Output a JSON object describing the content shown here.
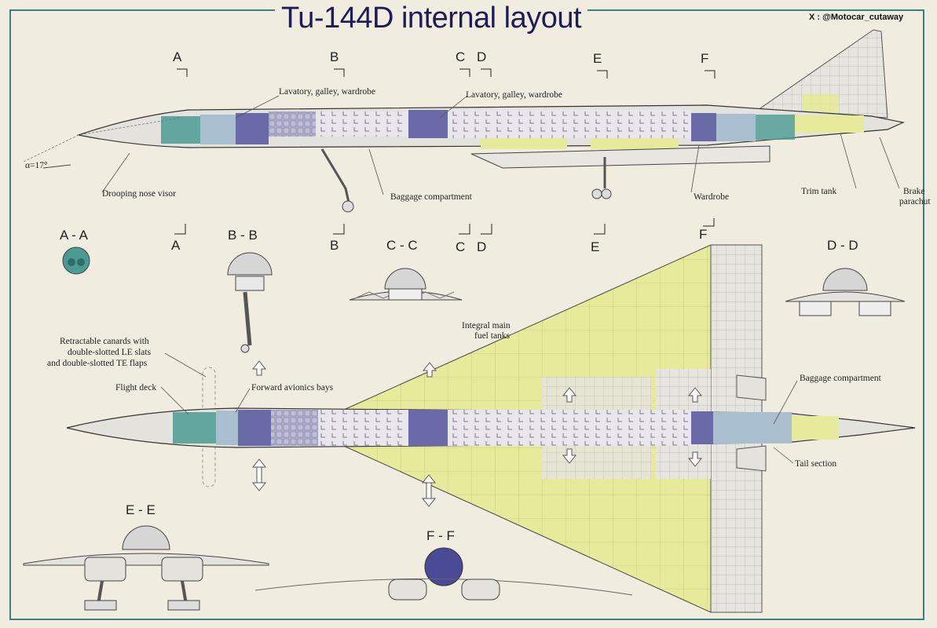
{
  "title": "Tu-144D internal layout",
  "credit": "X : @Motocar_cutaway",
  "section_markers_top": [
    "A",
    "B",
    "C",
    "D",
    "E",
    "F"
  ],
  "section_markers_mid": [
    "A",
    "B",
    "C",
    "D",
    "E",
    "F"
  ],
  "section_titles": {
    "aa": "A - A",
    "bb": "B - B",
    "cc": "C - C",
    "dd": "D - D",
    "ee": "E - E",
    "ff": "F - F"
  },
  "labels": {
    "lavatory_1": "Lavatory, galley, wardrobe",
    "lavatory_2": "Lavatory, galley, wardrobe",
    "angle": "α=17°",
    "nose_visor": "Drooping nose visor",
    "baggage_top": "Baggage compartment",
    "wardrobe": "Wardrobe",
    "trim_tank": "Trim tank",
    "brake_1": "Brake",
    "brake_2": "parachut",
    "fuel_1": "Integral main",
    "fuel_2": "fuel tanks",
    "canards_1": "Retractable canards with",
    "canards_2": "double-slotted LE slats",
    "canards_3": "and double-slotted TE flaps",
    "flight_deck": "Flight deck",
    "avionics": "Forward avionics bays",
    "baggage_plan": "Baggage compartment",
    "tail_section": "Tail section"
  },
  "colors": {
    "teal": "#4b9b94",
    "blue_grey": "#a9bfcf",
    "purple": "#6a6aa8",
    "yellow": "#e6ea9a",
    "border": "#3d7f7f",
    "background": "#f1ece0"
  }
}
